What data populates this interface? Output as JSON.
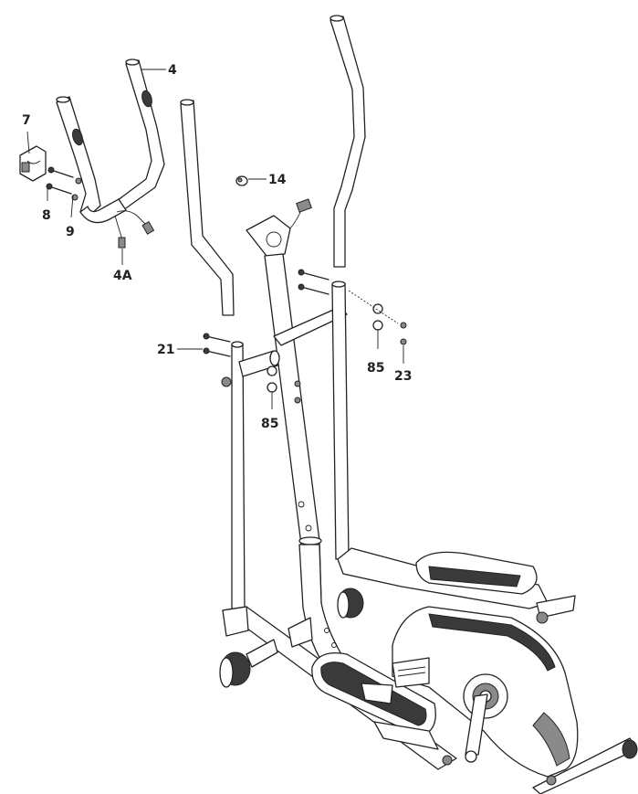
{
  "labels": {
    "p4": "4",
    "p7": "7",
    "p8": "8",
    "p9": "9",
    "p4a": "4A",
    "p14": "14",
    "p21": "21",
    "p85a": "85",
    "p85b": "85",
    "p23": "23"
  }
}
